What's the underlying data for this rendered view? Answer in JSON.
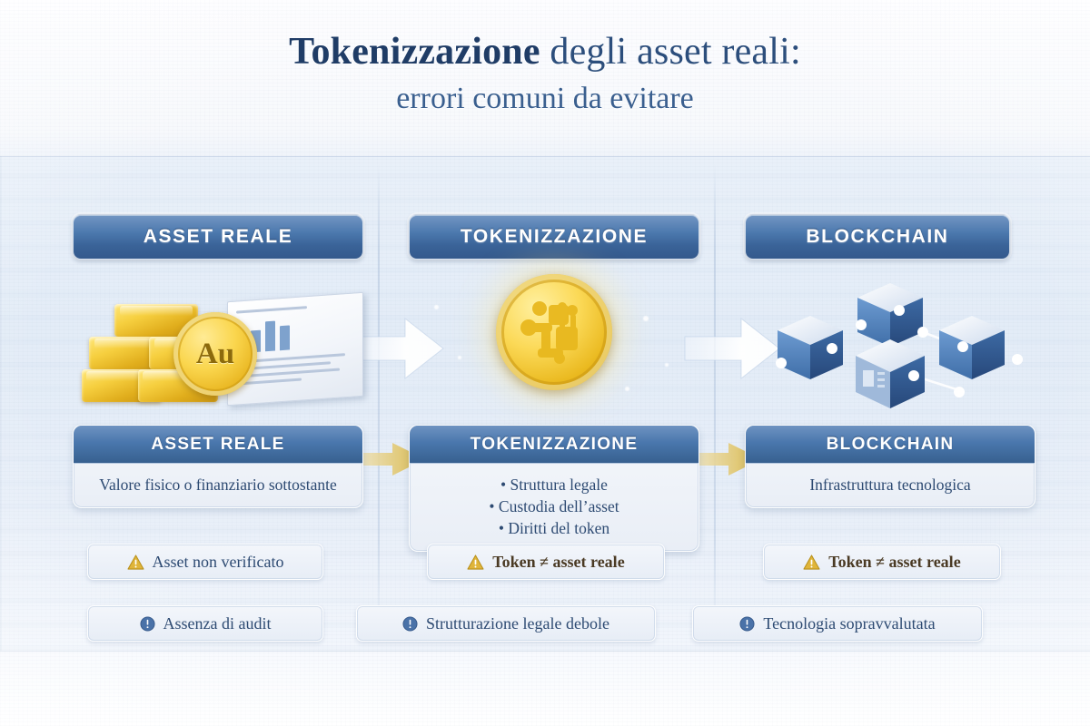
{
  "title": {
    "line1_strong": "Tokenizzazione",
    "line1_rest": " degli asset reali:",
    "line2": "errori comuni da evitare"
  },
  "colors": {
    "badge_blue_light": "#7396c3",
    "badge_blue_dark": "#34598c",
    "title_navy": "#1f3c66",
    "title_blue": "#3a5f8f",
    "card_text": "#2d4a72",
    "warn_amber": "#d6a826",
    "info_blue": "#4a72a8",
    "gold": "#f3c83c",
    "background": "#eef3fa"
  },
  "columns": [
    {
      "id": "asset-reale",
      "badge": "ASSET REALE",
      "illustration": "gold-bars-and-document",
      "coin_label": "Au",
      "card": {
        "title": "ASSET REALE",
        "text": "Valore fisico o finanziario sottostante",
        "bullets": []
      },
      "warning": {
        "icon": "warning-triangle-icon",
        "label": "Asset non verificato",
        "style": "plain"
      },
      "info": {
        "icon": "info-circle-icon",
        "label": "Assenza di audit"
      }
    },
    {
      "id": "tokenizzazione",
      "badge": "TOKENIZZAZIONE",
      "illustration": "gold-token-coin",
      "card": {
        "title": "TOKENIZZAZIONE",
        "text": "",
        "bullets": [
          "Struttura legale",
          "Custodia dell’asset",
          "Diritti del token"
        ]
      },
      "warning": {
        "icon": "warning-triangle-icon",
        "label": "Token ≠ asset reale",
        "style": "bold"
      },
      "info": {
        "icon": "info-circle-icon",
        "label": "Strutturazione legale debole"
      }
    },
    {
      "id": "blockchain",
      "badge": "BLOCKCHAIN",
      "illustration": "blockchain-cubes-network",
      "card": {
        "title": "BLOCKCHAIN",
        "text": "Infrastruttura tecnologica",
        "bullets": []
      },
      "warning": {
        "icon": "warning-triangle-icon",
        "label": "Token ≠ asset reale",
        "style": "bold"
      },
      "info": {
        "icon": "info-circle-icon",
        "label": "Tecnologia sopravvalutata"
      }
    }
  ],
  "arrows": {
    "flow_top": [
      "arrow-right-white",
      "arrow-right-white"
    ],
    "flow_cards": [
      "arrow-right-gold",
      "arrow-right-gold"
    ]
  }
}
